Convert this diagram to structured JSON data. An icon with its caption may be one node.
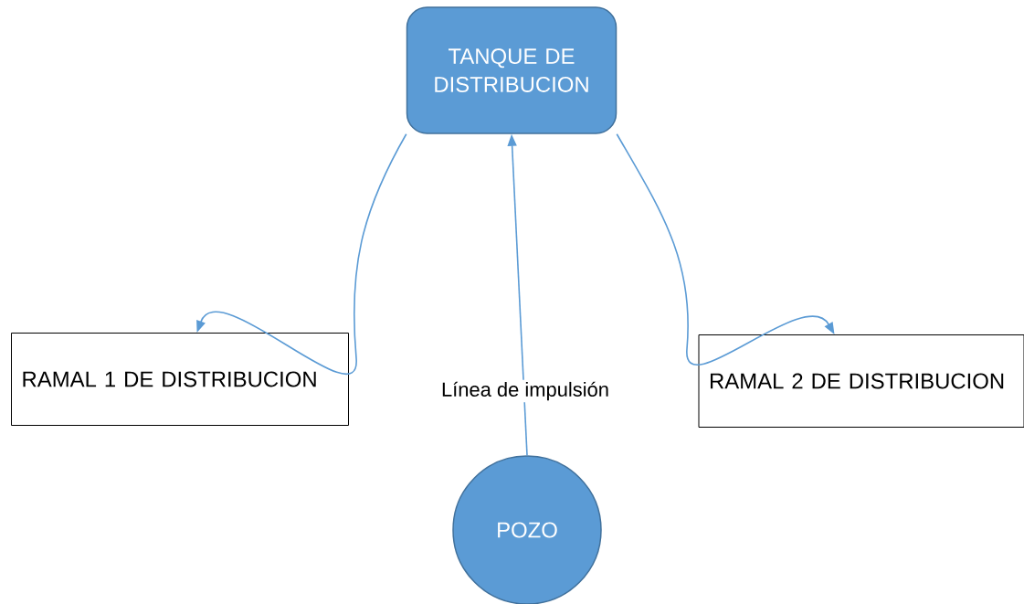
{
  "diagram": {
    "nodes": [
      {
        "text": [
          "TANQUE DE DISTRIBUCION"
        ]
      },
      {
        "text": [
          "RAMAL 1 DE DISTRIBUCION"
        ]
      },
      {
        "text": [
          "RAMAL 2 DE DISTRIBUCION"
        ]
      },
      {
        "text": [
          "POZO"
        ]
      }
    ],
    "edges": [
      {
        "from": 0,
        "to": 1,
        "arrow": "to"
      },
      {
        "from": 0,
        "to": 2,
        "arrow": "to"
      },
      {
        "from": 3,
        "to": 0,
        "arrow": "to",
        "label": "Línea de impulsión"
      }
    ]
  }
}
